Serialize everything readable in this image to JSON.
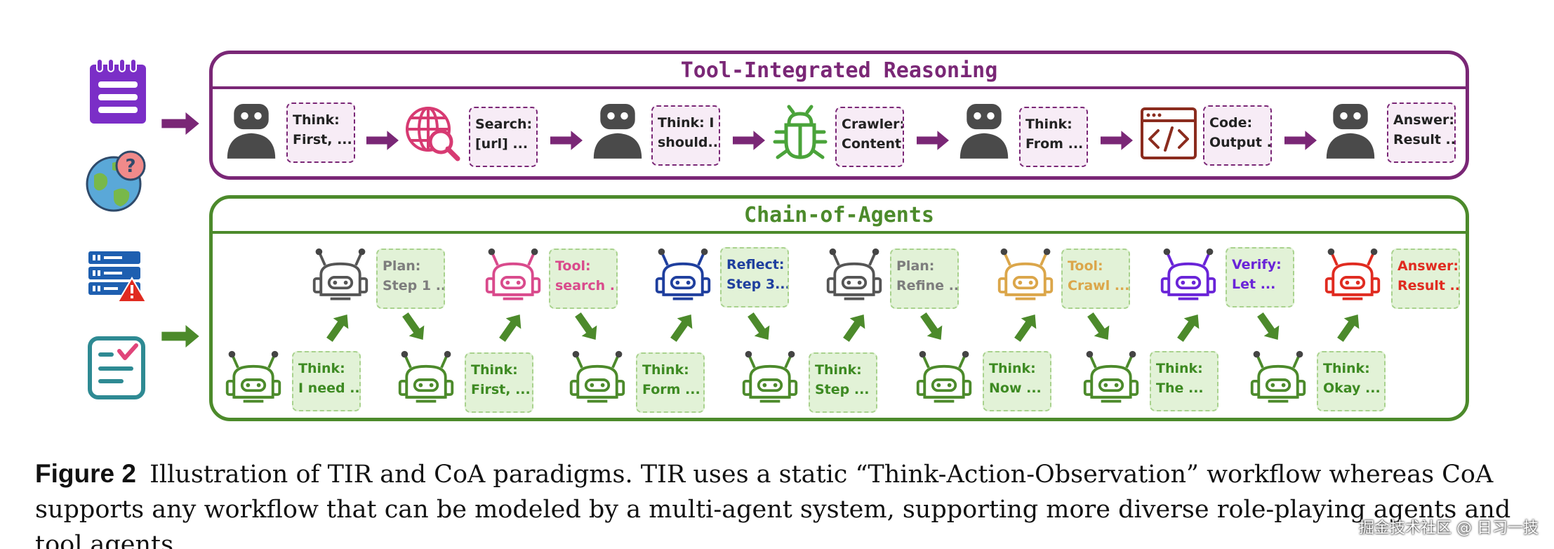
{
  "tir": {
    "title": "Tool-Integrated Reasoning",
    "bubbles": [
      {
        "l1": "Think:",
        "l2": "First, ..."
      },
      {
        "l1": "Search:",
        "l2": "[url] ..."
      },
      {
        "l1": "Think: I",
        "l2": "should..."
      },
      {
        "l1": "Crawler:",
        "l2": "Content..."
      },
      {
        "l1": "Think:",
        "l2": "From ..."
      },
      {
        "l1": "Code:",
        "l2": "Output ..."
      },
      {
        "l1": "Answer:",
        "l2": "Result ..."
      }
    ]
  },
  "coa": {
    "title": "Chain-of-Agents",
    "top_bubbles": [
      {
        "l1": "Plan:",
        "l2": "Step 1 ...",
        "color": "#7d7d7d"
      },
      {
        "l1": "Tool:",
        "l2": "search ...",
        "color": "#d94a8c"
      },
      {
        "l1": "Reflect:",
        "l2": "Step 3...",
        "color": "#1f3f9e"
      },
      {
        "l1": "Plan:",
        "l2": "Refine ...",
        "color": "#7d7d7d"
      },
      {
        "l1": "Tool:",
        "l2": "Crawl ...",
        "color": "#dba64a"
      },
      {
        "l1": "Verify:",
        "l2": "Let ...",
        "color": "#6a24d8"
      },
      {
        "l1": "Answer:",
        "l2": "Result ...",
        "color": "#e02b20"
      }
    ],
    "bottom_bubbles": [
      {
        "l1": "Think:",
        "l2": "I need ..."
      },
      {
        "l1": "Think:",
        "l2": "First, ..."
      },
      {
        "l1": "Think:",
        "l2": "Form ..."
      },
      {
        "l1": "Think:",
        "l2": "Step ..."
      },
      {
        "l1": "Think:",
        "l2": "Now ..."
      },
      {
        "l1": "Think:",
        "l2": "The ..."
      },
      {
        "l1": "Think:",
        "l2": "Okay ..."
      }
    ]
  },
  "caption": {
    "label": "Figure 2",
    "text": "Illustration of TIR and CoA paradigms. TIR uses a static “Think-Action-Observation” workflow whereas CoA supports any workflow that can be modeled by a multi-agent system, supporting more diverse role-playing agents and tool agents."
  },
  "watermark": "掘金技术社区 @ 日习一技",
  "colors": {
    "tir": "#7a2776",
    "coa": "#4c8a2b",
    "think_text": "#3d8a22"
  },
  "icons": [
    "notepad-icon",
    "globe-question-icon",
    "server-warning-icon",
    "checklist-icon",
    "robot-icon",
    "web-search-icon",
    "bug-icon",
    "code-window-icon"
  ]
}
